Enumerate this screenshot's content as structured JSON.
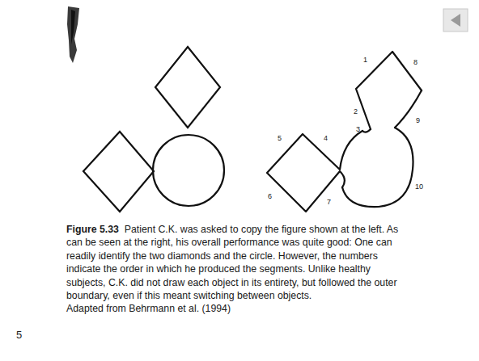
{
  "diagram": {
    "caption": "Patient C.K. was asked to copy the figure shown at the left. As can be seen at the right, his overall performance was quite good: One can readily identify the two diamonds and the circle. However, the numbers indicate the order in which he produced the segments. Unlike healthy subjects, C.K. did not draw each object in its entirety, but followed the outer boundary, even if this meant switching between objects.",
    "labels": [
      "1",
      "2",
      "3",
      "4",
      "5",
      "6",
      "7",
      "8",
      "9",
      "10",
      "Figure 5.33",
      "Adapted from Behrmann et al. (1994)",
      "5"
    ]
  }
}
